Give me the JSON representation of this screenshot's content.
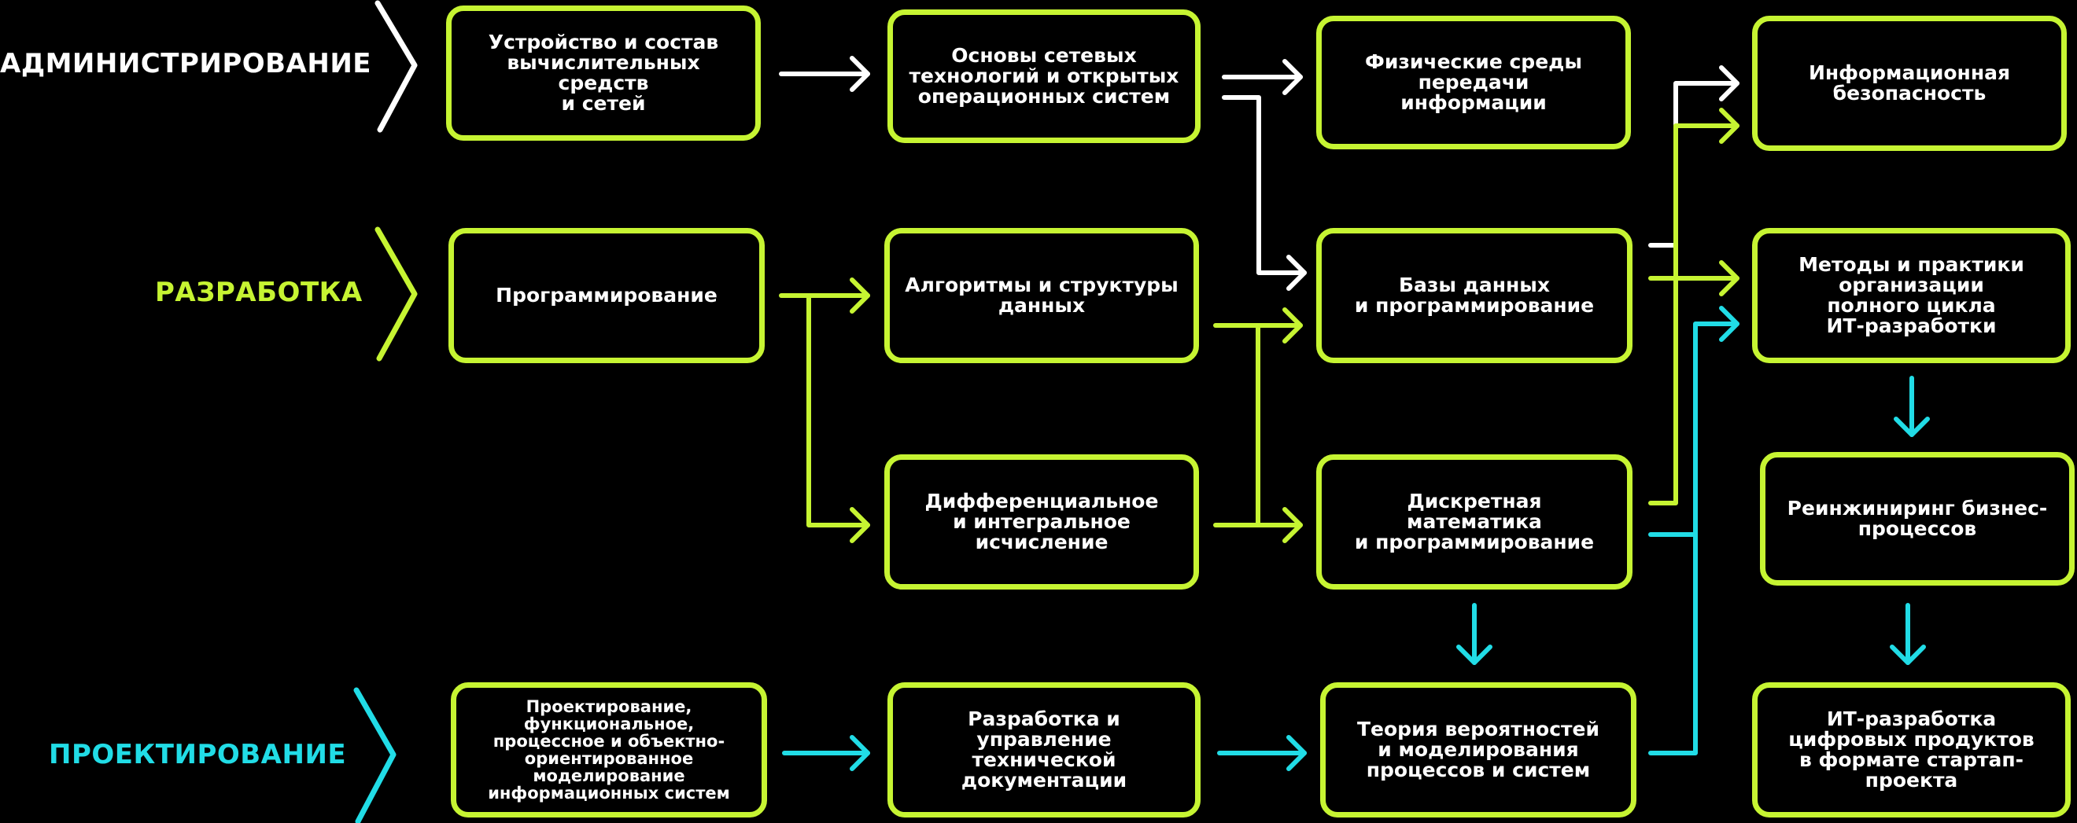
{
  "colors": {
    "background": "#000000",
    "admin": "#ffffff",
    "dev": "#c6f432",
    "design": "#21dce6",
    "node_border": "#c6f432",
    "node_text": "#ffffff"
  },
  "categories": {
    "admin": {
      "label": "АДМИНИСТРИРОВАНИЕ",
      "color": "#ffffff"
    },
    "dev": {
      "label": "РАЗРАБОТКА",
      "color": "#c6f432"
    },
    "design": {
      "label": "ПРОЕКТИРОВАНИЕ",
      "color": "#21dce6"
    }
  },
  "nodes": {
    "n1": "Устройство и состав\nвычислительных средств\nи сетей",
    "n2": "Основы сетевых\nтехнологий и открытых\nоперационных систем",
    "n3": "Физические среды\nпередачи\nинформации",
    "n4": "Информационная\nбезопасность",
    "n5": "Программирование",
    "n6": "Алгоритмы и структуры\nданных",
    "n7": "Базы данных\nи программирование",
    "n8": "Методы и практики\nорганизации\nполного цикла\nИТ-разработки",
    "n9": "Дифференциальное\nи интегральное\nисчисление",
    "n10": "Дискретная\nматематика\nи программирование",
    "n11": "Реинжиниринг бизнес-\nпроцессов",
    "n12": "Проектирование,\nфункциональное,\nпроцессное и объектно-\nориентированное моделирование\nинформационных систем",
    "n13": "Разработка и управление\nтехнической\nдокументации",
    "n14": "Теория вероятностей\nи моделирования\nпроцессов и систем",
    "n15": "ИТ-разработка\nцифровых продуктов\nв формате стартап-\nпроекта"
  }
}
